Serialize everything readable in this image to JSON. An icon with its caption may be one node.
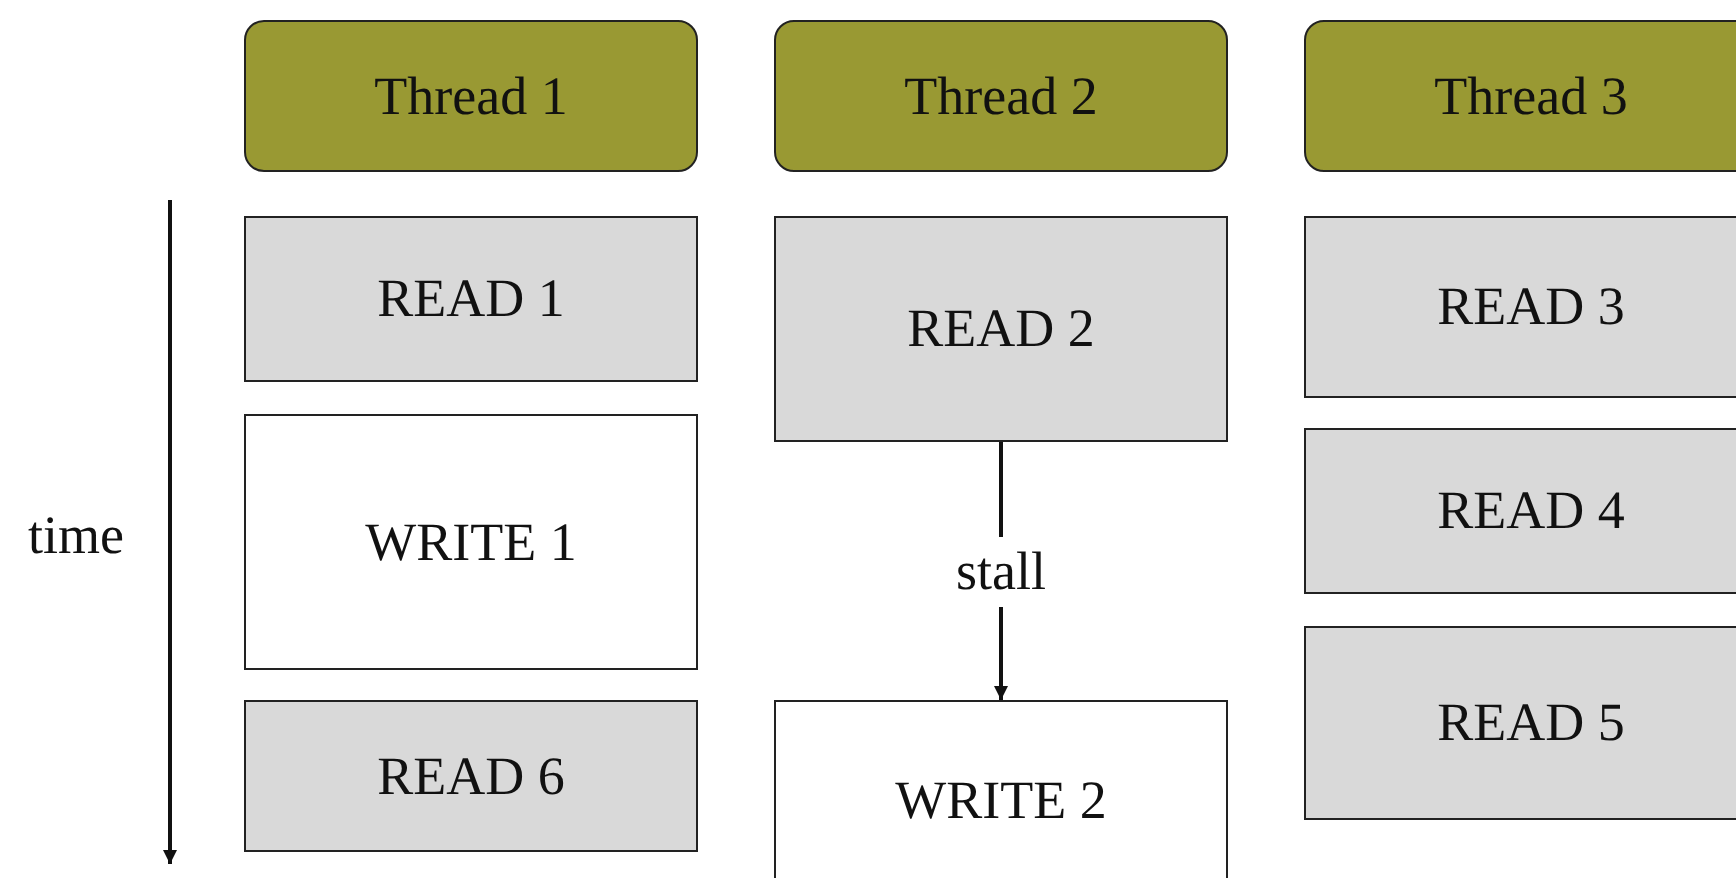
{
  "diagram": {
    "nodes": [
      {
        "text": [
          "Thread 1"
        ]
      },
      {
        "text": [
          "Thread 2"
        ]
      },
      {
        "text": [
          "Thread 3"
        ]
      },
      {
        "text": [
          "READ 1"
        ]
      },
      {
        "text": [
          "WRITE 1"
        ]
      },
      {
        "text": [
          "READ 6"
        ]
      },
      {
        "text": [
          "READ 2"
        ]
      },
      {
        "text": [
          "WRITE 2"
        ]
      },
      {
        "text": [
          "READ 3"
        ]
      },
      {
        "text": [
          "READ 4"
        ]
      },
      {
        "text": [
          "READ 5"
        ]
      }
    ],
    "edges": [
      {
        "from": 6,
        "to": 7,
        "arrow": "to",
        "label": "stall"
      }
    ],
    "labels": [
      "time"
    ]
  }
}
